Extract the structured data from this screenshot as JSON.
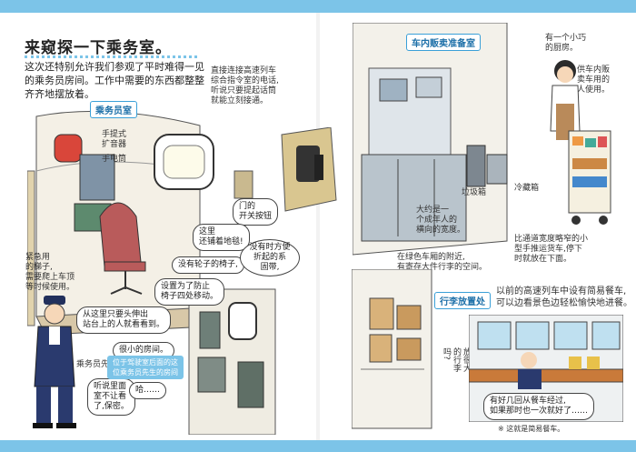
{
  "page": {
    "title": "来窥探一下乘务室。",
    "intro": "这次还特别允许我们参观了平时难得一见的乘务员房间。工作中需要的东西都整整齐齐地摆放着。",
    "footnote": "※ 这就是简易餐车。"
  },
  "left": {
    "section_tag": "乘务员室",
    "labels": {
      "megaphone": "手提式\n扩音器",
      "flashlight": "手电筒",
      "phone_note": "直接连接高速列车\n综合指令室的电话,\n听说只要提起话筒\n就能立刻接通。",
      "ladder": "紧急用\n的梯子,\n需要爬上车顶\n等时候使用。",
      "door_switch": "门的\n开关按钮",
      "floor_mat": "这里\n还铺着地毯!",
      "no_wheels": "没有轮子的椅子,",
      "folding": "没有时方便\n折起的系\n固带,",
      "anti_move": "设置为了防止\n椅子四处移动。",
      "window": "从这里只要头伸出\n站台上的人就看看到。",
      "small_room": "很小的房间。",
      "guard": "乘务员先生",
      "bubble_ok": "听说里面\n室不让看\n了,保密。",
      "bubble_ha": "哈……",
      "bubble_watch": "位于驾驶室后面的这\n位乘务员先生的房间"
    }
  },
  "right": {
    "section_tag": "车内贩卖准备室",
    "labels": {
      "kitchen": "有一个小巧\n的厨房。",
      "cart_user": "供车内贩\n卖车用的\n人使用。",
      "bins": "垃圾箱",
      "fridge": "冷藏箱",
      "width": "大约是一\n个成年人的\n横向的宽度。",
      "cart_note": "比通道宽度略窄的小\n型手推运货车,停下\n时就放在下面。",
      "green_car": "在绿色车厢的附近,\n有寄存大件行李的空间。",
      "luggage_tag": "行李放置处",
      "old_note": "以前的高速列车中设有简易餐车,\n可以边看景色边轻松愉快地进餐。",
      "buffet_bubble": "有好几回从餐车经过,\n如果那时也一次就好了……",
      "luggage_side": "可以\n放很大\n的行李\n吗?"
    }
  }
}
